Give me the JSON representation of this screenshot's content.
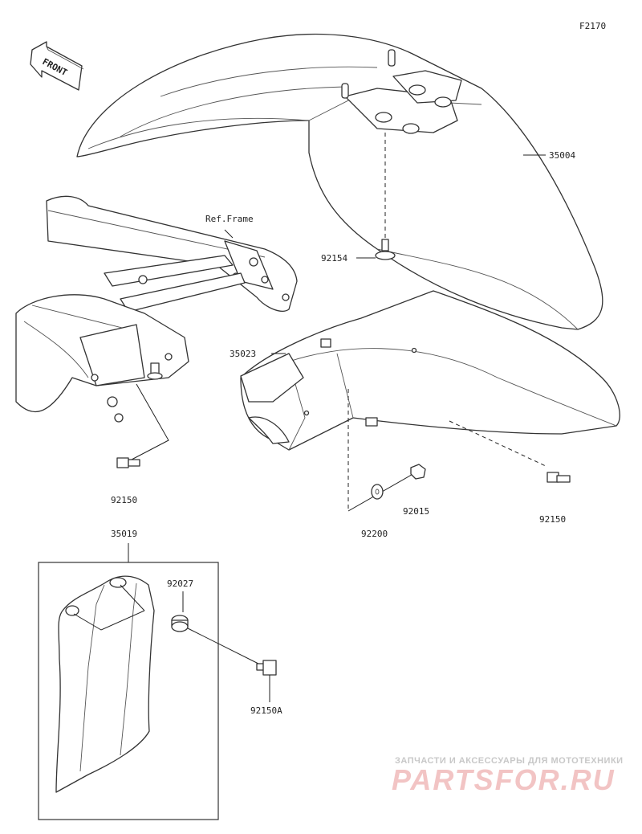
{
  "diagram": {
    "code": "F2170",
    "front_label": "FRONT",
    "ref_label": "Ref.Frame",
    "parts": {
      "p35004": "35004",
      "p92154": "92154",
      "p35023": "35023",
      "p92150_left": "92150",
      "p92150_right": "92150",
      "p92015": "92015",
      "p92200": "92200",
      "p35019": "35019",
      "p92027": "92027",
      "p92150A": "92150A"
    }
  },
  "watermark": {
    "line1": "ЗАПЧАСТИ И АКСЕССУАРЫ ДЛЯ МОТОТЕХНИКИ",
    "line2": "PARTSFOR.RU"
  },
  "colors": {
    "line": "#333333",
    "watermark": "#f2c4c4"
  }
}
